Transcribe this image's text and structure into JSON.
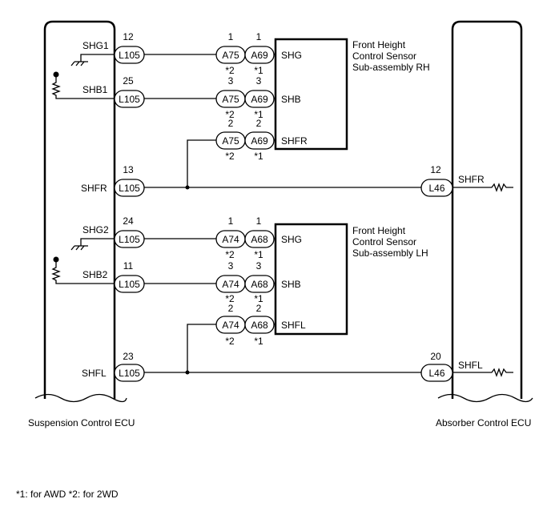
{
  "left_ecu": {
    "label": "Suspension Control ECU"
  },
  "right_ecu": {
    "label": "Absorber Control ECU"
  },
  "sensor_rh": {
    "lines": [
      "Front Height",
      "Control Sensor",
      "Sub-assembly RH"
    ]
  },
  "sensor_lh": {
    "lines": [
      "Front Height",
      "Control Sensor",
      "Sub-assembly LH"
    ]
  },
  "footnote": "*1: for AWD *2: for 2WD",
  "rows": [
    {
      "ecu_signal": "SHG1",
      "ecu_pin": "12",
      "ecu_conn": "L105",
      "conn_a": "A75",
      "pin_a": "1",
      "note_a": "*2",
      "conn_b": "A69",
      "pin_b": "1",
      "note_b": "*1",
      "sensor_pin": "SHG"
    },
    {
      "ecu_signal": "SHB1",
      "ecu_pin": "25",
      "ecu_conn": "L105",
      "conn_a": "A75",
      "pin_a": "3",
      "note_a": "*2",
      "conn_b": "A69",
      "pin_b": "3",
      "note_b": "*1",
      "sensor_pin": "SHB"
    },
    {
      "conn_a": "A75",
      "pin_a": "2",
      "note_a": "*2",
      "conn_b": "A69",
      "pin_b": "2",
      "note_b": "*1",
      "sensor_pin": "SHFR"
    },
    {
      "ecu_signal": "SHFR",
      "ecu_pin": "13",
      "ecu_conn": "L105",
      "right_conn": "L46",
      "right_pin": "12",
      "right_signal": "SHFR"
    },
    {
      "ecu_signal": "SHG2",
      "ecu_pin": "24",
      "ecu_conn": "L105",
      "conn_a": "A74",
      "pin_a": "1",
      "note_a": "*2",
      "conn_b": "A68",
      "pin_b": "1",
      "note_b": "*1",
      "sensor_pin": "SHG"
    },
    {
      "ecu_signal": "SHB2",
      "ecu_pin": "11",
      "ecu_conn": "L105",
      "conn_a": "A74",
      "pin_a": "3",
      "note_a": "*2",
      "conn_b": "A68",
      "pin_b": "3",
      "note_b": "*1",
      "sensor_pin": "SHB"
    },
    {
      "conn_a": "A74",
      "pin_a": "2",
      "note_a": "*2",
      "conn_b": "A68",
      "pin_b": "2",
      "note_b": "*1",
      "sensor_pin": "SHFL"
    },
    {
      "ecu_signal": "SHFL",
      "ecu_pin": "23",
      "ecu_conn": "L105",
      "right_conn": "L46",
      "right_pin": "20",
      "right_signal": "SHFL"
    }
  ]
}
